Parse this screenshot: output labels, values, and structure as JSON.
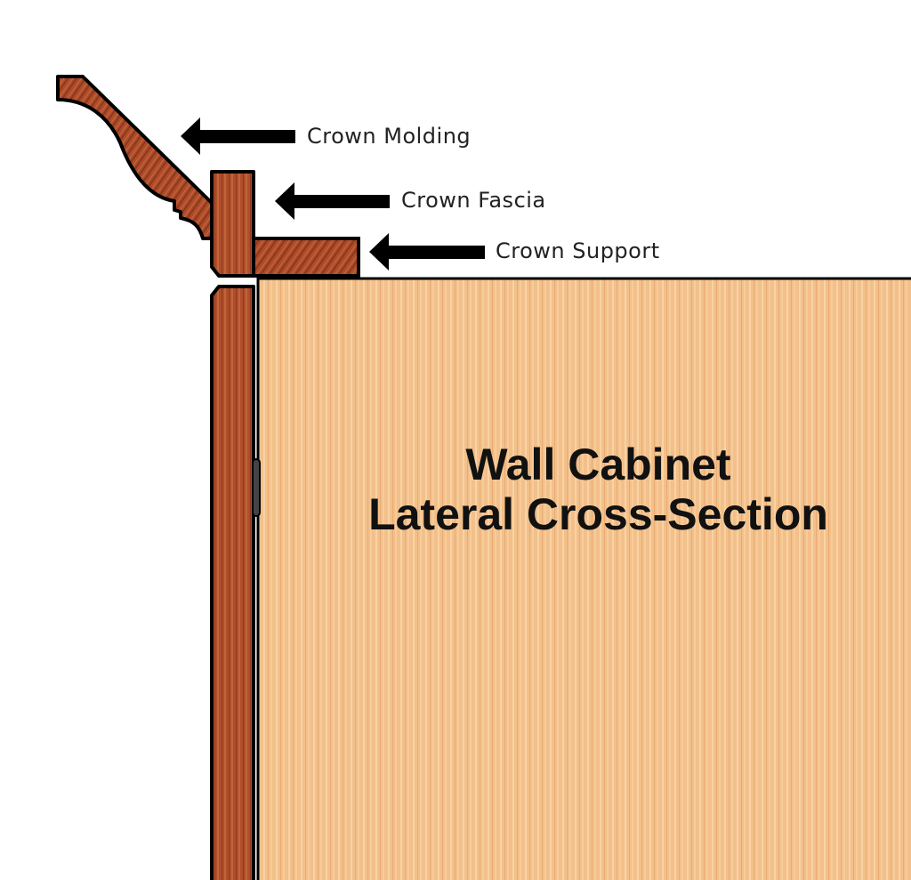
{
  "title": {
    "line1": "Wall Cabinet",
    "line2": "Lateral Cross-Section"
  },
  "labels": {
    "crown_molding": "Crown Molding",
    "crown_fascia": "Crown Fascia",
    "crown_support": "Crown Support"
  },
  "colors": {
    "cabinet_wood": "#f2bd86",
    "dark_wood": "#a9482a",
    "outline": "#000000"
  }
}
